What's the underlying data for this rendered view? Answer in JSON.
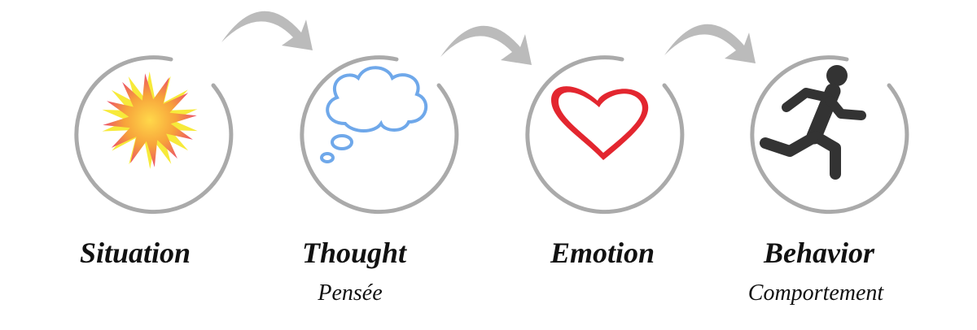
{
  "steps": [
    {
      "title": "Situation",
      "subtitle": "",
      "icon": "starburst-icon",
      "color": "#e8505b"
    },
    {
      "title": "Thought",
      "subtitle": "Pensée",
      "icon": "thought-cloud-icon",
      "color": "#6fa8ea"
    },
    {
      "title": "Emotion",
      "subtitle": "",
      "icon": "heart-icon",
      "color": "#e3262f"
    },
    {
      "title": "Behavior",
      "subtitle": "Comportement",
      "icon": "running-person-icon",
      "color": "#333333"
    }
  ],
  "colors": {
    "ring": "#aaaaaa",
    "arrow": "#bbbbbb",
    "text": "#111111"
  }
}
